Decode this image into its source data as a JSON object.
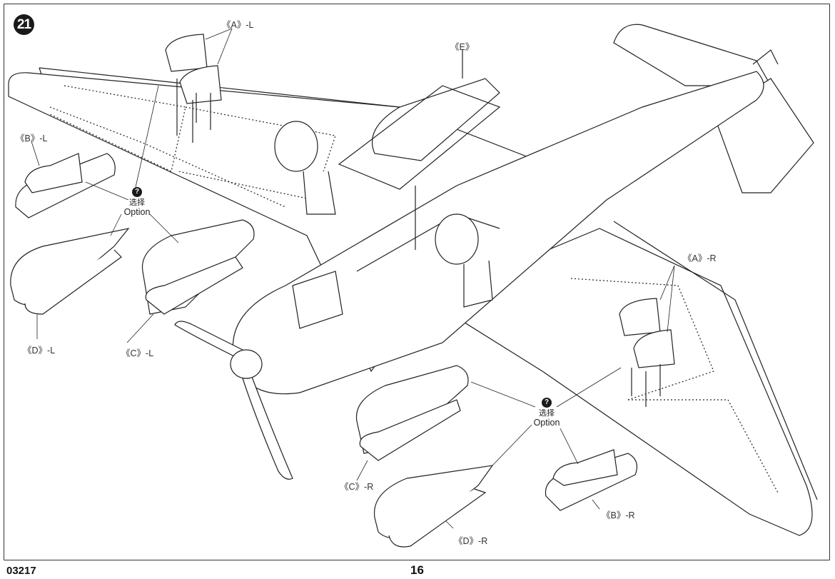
{
  "page": {
    "step_number": "21",
    "product_code": "03217",
    "page_number": "16"
  },
  "callouts": {
    "a_left": "《A》-L",
    "a_right": "《A》-R",
    "b_left": "《B》-L",
    "b_right": "《B》-R",
    "c_left": "《C》-L",
    "c_right": "《C》-R",
    "d_left": "《D》-L",
    "d_right": "《D》-R",
    "e": "《E》"
  },
  "option_markers": [
    {
      "icon": "question-mark-icon",
      "glyph": "?",
      "cn": "选择",
      "en": "Option"
    },
    {
      "icon": "question-mark-icon",
      "glyph": "?",
      "cn": "选择",
      "en": "Option"
    }
  ]
}
